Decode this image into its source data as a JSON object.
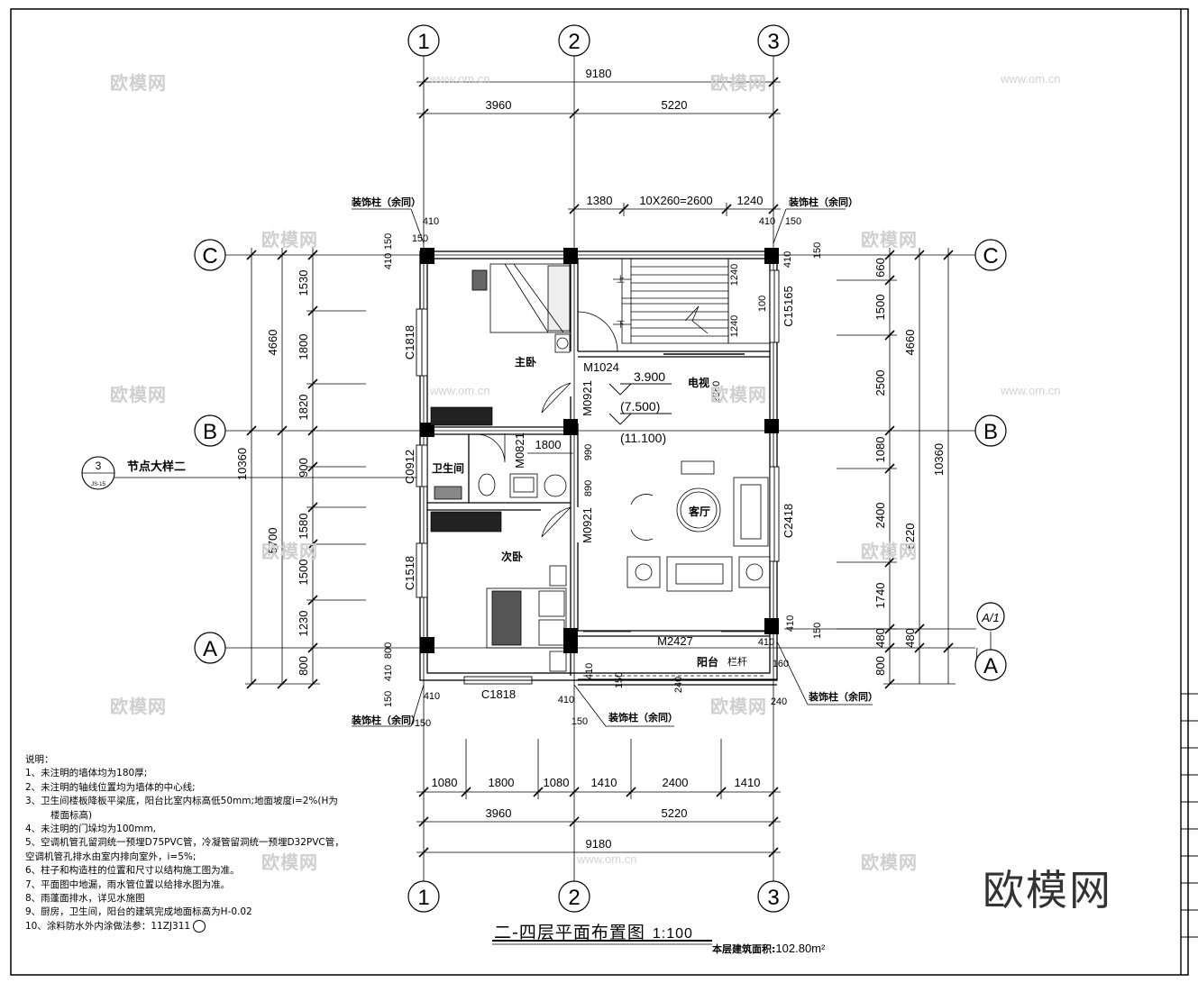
{
  "drawing": {
    "title": "二-四层平面布置图",
    "scale": "1:100",
    "area_label": "本层建筑面积:",
    "area_value": "102.80m²",
    "brand": "欧模网",
    "watermark_cn": "欧模网",
    "watermark_url": "www.om.cn"
  },
  "axes": {
    "vertical": [
      "1",
      "2",
      "3"
    ],
    "horizontal": [
      "A",
      "B",
      "C"
    ],
    "sub_axis": "A/1"
  },
  "dimensions": {
    "top_total": "9180",
    "top_span_1_2": "3960",
    "top_span_2_3": "5220",
    "stair_left": "1380",
    "stair_steps": "10X260=2600",
    "stair_right": "1240",
    "bottom_1": "1080",
    "bottom_2": "1800",
    "bottom_3": "1080",
    "bottom_4": "1410",
    "bottom_5": "2400",
    "bottom_6": "1410",
    "bottom_span_1_2": "3960",
    "bottom_span_2_3": "5220",
    "bottom_total": "9180",
    "left_total": "10360",
    "left_upper": "4660",
    "left_lower": "5700",
    "left_1530": "1530",
    "left_1800": "1800",
    "left_1820": "1820",
    "left_900": "900",
    "left_1580": "1580",
    "left_1500": "1500",
    "left_1230": "1230",
    "left_800": "800",
    "right_total": "10360",
    "right_upper": "4660",
    "right_lower": "5220",
    "right_660": "660",
    "right_1500": "1500",
    "right_2500": "2500",
    "right_1080": "1080",
    "right_2400": "2400",
    "right_1740": "1740",
    "right_480a": "480",
    "right_480b": "480",
    "right_800": "800",
    "small_410": "410",
    "small_150": "150",
    "small_240": "240",
    "small_160": "160",
    "small_100": "100",
    "small_990": "990",
    "small_890": "890",
    "small_2080": "2080",
    "stair_1240a": "1240",
    "stair_1240b": "1240",
    "door_1800": "1800"
  },
  "openings": {
    "C1818_left": "C1818",
    "C0912": "C0912",
    "C1518": "C1518",
    "C1818_bottom": "C1818",
    "C15165": "C15165",
    "C2418": "C2418",
    "M1024": "M1024",
    "M0921_a": "M0921",
    "M0821": "M0821",
    "M0921_b": "M0921",
    "M2427": "M2427"
  },
  "rooms": {
    "master_bedroom": "主卧",
    "bathroom": "卫生间",
    "second_bedroom": "次卧",
    "living_room": "客厅",
    "balcony": "阳台",
    "tv": "电视"
  },
  "labels": {
    "deco_column": "装饰柱（余同）",
    "railing": "栏杆",
    "stair_up": "上",
    "stair_down": "下",
    "node_detail": "节点大样二",
    "node_number": "3",
    "node_sheet": "JS-15",
    "elev_1": "3.900",
    "elev_2": "(7.500)",
    "elev_3": "(11.100)"
  },
  "notes": {
    "heading": "说明：",
    "n1": "1、未注明的墙体均为180厚;",
    "n2": "2、未注明的轴线位置均为墙体的中心线;",
    "n3": "3、卫生间楼板降板平梁底，阳台比室内标高低50mm;地面坡度i=2%(H为",
    "n3b": "楼面标高)",
    "n4": "4、未注明的门垛均为100mm,",
    "n5": "5、空调机管孔留洞统一预埋D75PVC管，冷凝管留洞统一预埋D32PVC管，",
    "n5b": "空调机管孔排水由室内排向室外，i=5%;",
    "n6": "6、柱子和构造柱的位置和尺寸以结构施工图为准。",
    "n7": "7、平面图中地漏，雨水管位置以给排水图为准。",
    "n8": "8、雨蓬面排水，详见水施图",
    "n9": "9、厨房，卫生间，阳台的建筑完成地面标高为H-0.02",
    "n10": "10、涂料防水外内涂做法参：11ZJ311"
  }
}
